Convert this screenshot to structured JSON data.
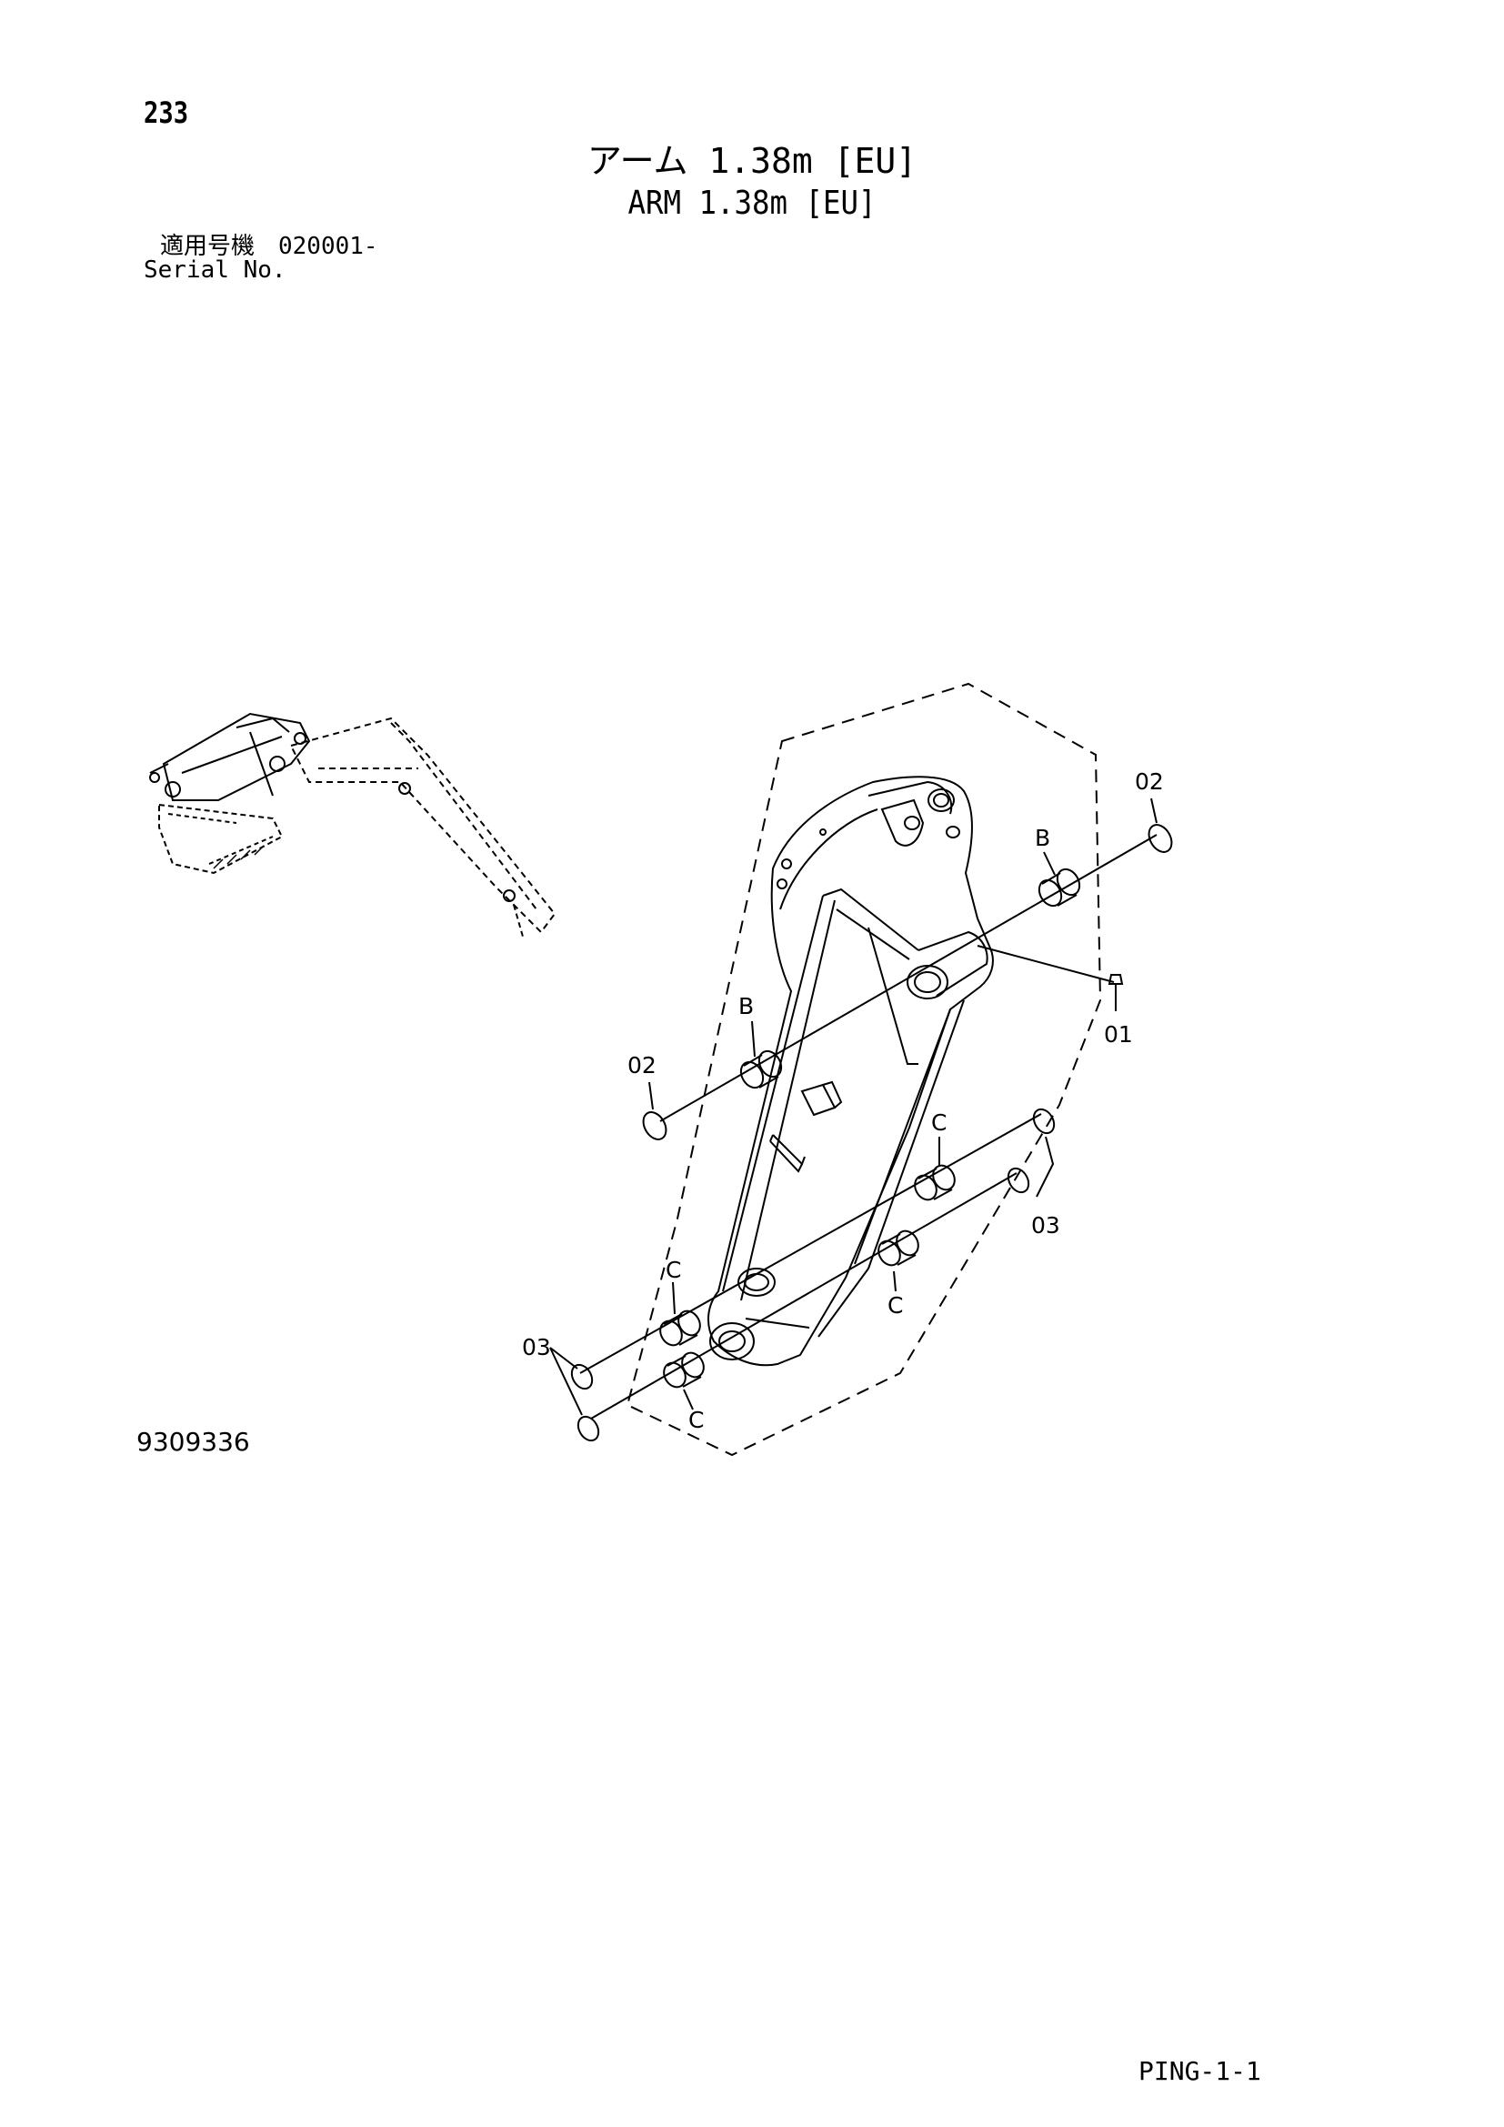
{
  "header": {
    "page_number": "233",
    "title_jp": "アーム 1.38m [EU]",
    "title_en": "ARM 1.38m [EU]",
    "serial_jp": "適用号機　020001-",
    "serial_en": "Serial No."
  },
  "footer": {
    "drawing_number": "9309336",
    "sheet_code": "PING-1-1"
  },
  "callouts": {
    "c01": "01",
    "c02_top": "02",
    "c02_left": "02",
    "c03_right": "03",
    "c03_left": "03",
    "b_right": "B",
    "b_left": "B",
    "c_right_upper": "C",
    "c_right_lower": "C",
    "c_left_upper": "C",
    "c_left_lower": "C"
  }
}
